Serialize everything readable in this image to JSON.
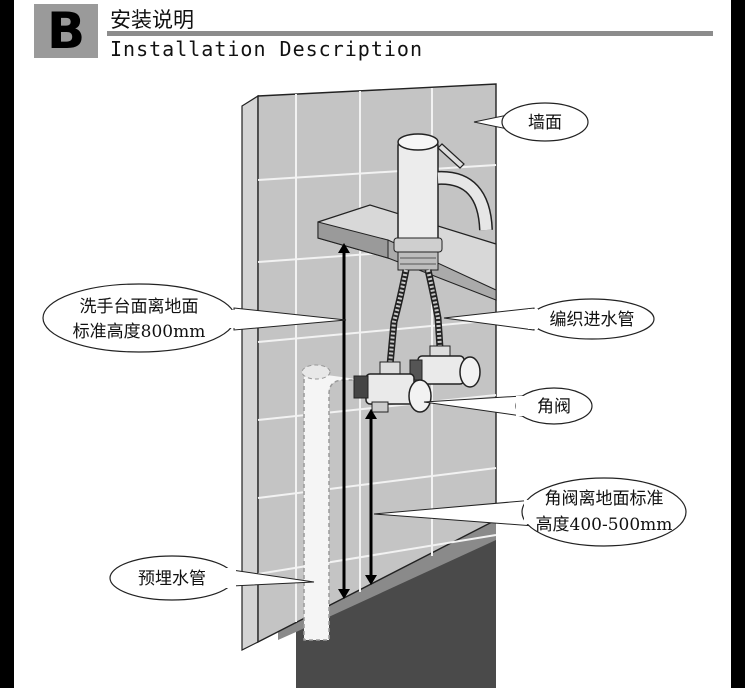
{
  "header": {
    "badge_letter": "B",
    "title_cn": "安装说明",
    "title_en": "Installation Description"
  },
  "callouts": {
    "wall": "墙面",
    "basin_height_line1": "洗手台面离地面",
    "basin_height_line2": "标准高度800mm",
    "inlet_hose": "编织进水管",
    "angle_valve": "角阀",
    "valve_height_line1": "角阀离地面标准",
    "valve_height_line2": "高度400-500mm",
    "embedded_pipe": "预埋水管"
  }
}
